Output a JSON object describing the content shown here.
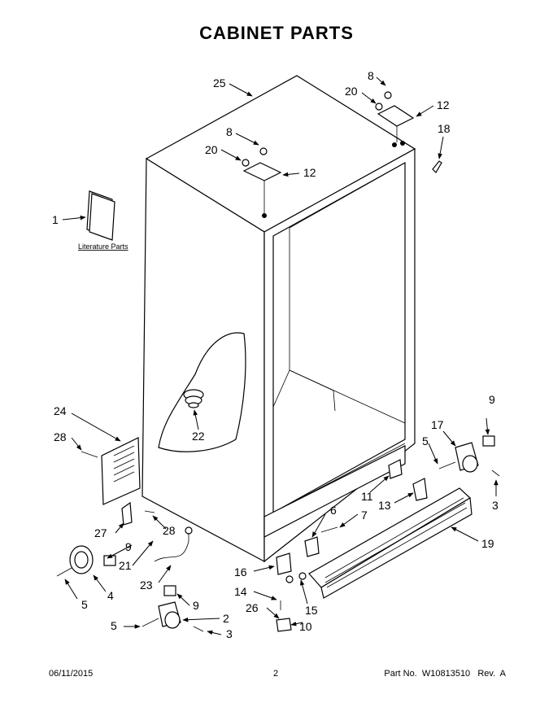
{
  "title": "CABINET PARTS",
  "literature_label": "Literature Parts",
  "callouts": {
    "c1": "1",
    "c2": "2",
    "c3a": "3",
    "c3b": "3",
    "c4": "4",
    "c5a": "5",
    "c5b": "5",
    "c5c": "5",
    "c6": "6",
    "c7": "7",
    "c8a": "8",
    "c8b": "8",
    "c9a": "9",
    "c9b": "9",
    "c9c": "9",
    "c10": "10",
    "c11": "11",
    "c12a": "12",
    "c12b": "12",
    "c13": "13",
    "c14": "14",
    "c15": "15",
    "c16": "16",
    "c17": "17",
    "c18": "18",
    "c19": "19",
    "c20a": "20",
    "c20b": "20",
    "c21": "21",
    "c22": "22",
    "c23": "23",
    "c24": "24",
    "c25": "25",
    "c26": "26",
    "c27": "27",
    "c28a": "28",
    "c28b": "28"
  },
  "footer": {
    "date": "06/11/2015",
    "page": "2",
    "part_number": "Part No.  W10813510   Rev.  A"
  }
}
